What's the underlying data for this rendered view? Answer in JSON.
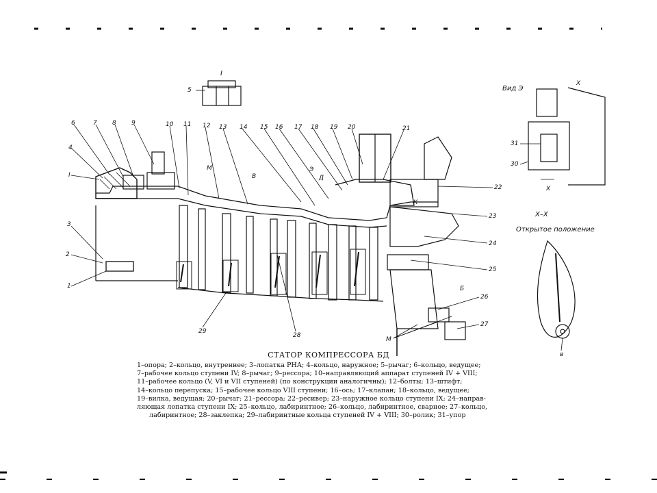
{
  "caption": {
    "title": "СТАТОР КОМПРЕССОРА БД",
    "lines": [
      "1–опора; 2–кольцо, внутреннее; 3–лопатка РНА; 4–кольцо, наружное; 5–рычаг; 6–кольцо, ведущее;",
      "7–рабочее кольцо ступени IV; 8–рычаг; 9–рессора; 10–направляющий аппарат ступеней IV + VIII;",
      "11–рабочее кольцо (V, VI и VII ступеней) (по конструкции аналогичны); 12–болты; 13–штифт;",
      "14–кольцо перепуска; 15–рабочее кольцо VIII ступени; 16–ось; 17–клапан; 18–кольцо, ведущее;",
      "19–вилка, ведущая; 20–рычаг; 21–рессора; 22–ресивер; 23–наружное кольцо ступени IX; 24–направ-",
      "ляющая лопатка ступени IX; 25–кольцо, лабиринтное; 26–кольцо, лабиринтное, сварное; 27–кольцо,",
      "лабиринтное; 28–заклепка; 29–лабиринтные кольца ступеней IV + VIII; 30–ролик; 31–упор"
    ]
  },
  "views": {
    "detail_I": "I",
    "view_E": "Вид Э",
    "section_XX": "X–X",
    "section_state": "Открытое положение",
    "x_mark": "X"
  },
  "callouts": {
    "n1": "1",
    "n2": "2",
    "n3": "3",
    "n4": "4",
    "n5": "5",
    "n6": "6",
    "n7": "7",
    "n8": "8",
    "n9": "9",
    "n10": "10",
    "n11": "11",
    "n12": "12",
    "n13": "13",
    "n14": "14",
    "n15": "15",
    "n16": "16",
    "n17": "17",
    "n18": "18",
    "n19": "19",
    "n20": "20",
    "n21": "21",
    "n22": "22",
    "n23": "23",
    "n24": "24",
    "n25": "25",
    "n26": "26",
    "n27": "27",
    "n28": "28",
    "n29": "29",
    "n30": "30",
    "n31": "31",
    "I": "I",
    "M": "M",
    "B": "B",
    "E": "Э",
    "D": "Д",
    "K": "К",
    "B2": "Б"
  },
  "colors": {
    "ink": "#111111",
    "paper": "#ffffff"
  }
}
